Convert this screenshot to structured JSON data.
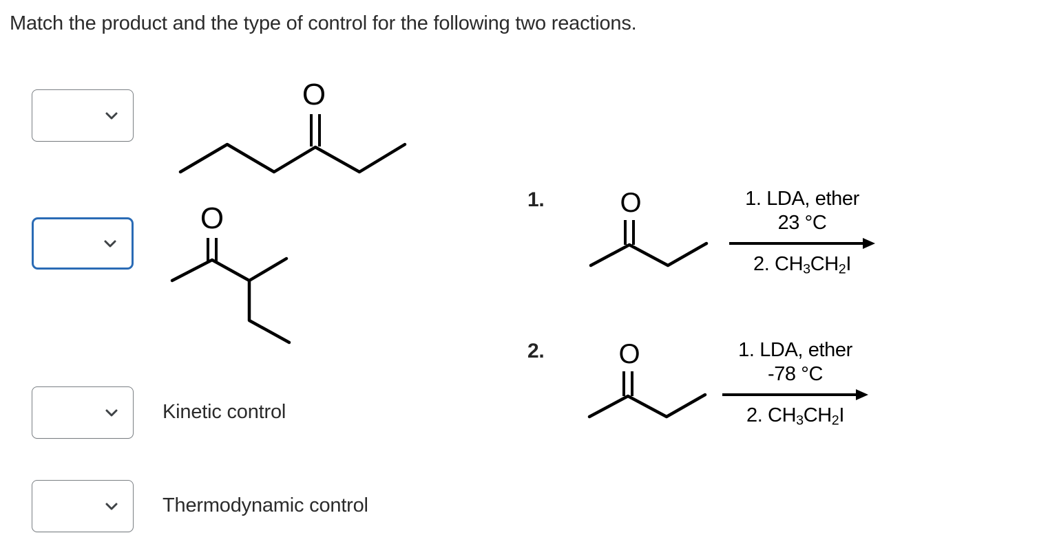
{
  "prompt": "Match the product and the type of control for the following two reactions.",
  "answer_slots": [
    {
      "id": "slot-1",
      "value": "",
      "state": "normal",
      "icon": "chevron-down-icon",
      "label": ""
    },
    {
      "id": "slot-2",
      "value": "",
      "state": "focused",
      "icon": "chevron-down-icon",
      "label": ""
    },
    {
      "id": "slot-3",
      "value": "",
      "state": "normal",
      "icon": "chevron-down-icon",
      "label": "Kinetic control"
    },
    {
      "id": "slot-4",
      "value": "",
      "state": "normal",
      "icon": "chevron-down-icon",
      "label": "Thermodynamic control"
    }
  ],
  "structures": [
    {
      "name": "3-hexanone",
      "heteroatom_label": "O",
      "description": "Six-carbon zigzag chain with a ketone carbonyl at carbon 3"
    },
    {
      "name": "3-methyl-2-pentanone",
      "heteroatom_label": "O",
      "description": "Branched ketone: methyl ketone with a methyl substituent on carbon 3 and an ethyl tail"
    }
  ],
  "reactions": [
    {
      "number": "1.",
      "substrate": "2-butanone",
      "substrate_heteroatom_label": "O",
      "condition_above_line1": "1. LDA, ether",
      "condition_above_line2": "23 °C",
      "condition_below_prefix": "2. CH",
      "condition_below_sub1": "3",
      "condition_below_mid": "CH",
      "condition_below_sub2": "2",
      "condition_below_suffix": "I",
      "arrow": "reaction-arrow-right"
    },
    {
      "number": "2.",
      "substrate": "2-butanone",
      "substrate_heteroatom_label": "O",
      "condition_above_line1": "1. LDA, ether",
      "condition_above_line2": "-78 °C",
      "condition_below_prefix": "2. CH",
      "condition_below_sub1": "3",
      "condition_below_mid": "CH",
      "condition_below_sub2": "2",
      "condition_below_suffix": "I",
      "arrow": "reaction-arrow-right"
    }
  ],
  "colors": {
    "focus_border": "#2a6bb5",
    "select_border": "#7a7f83",
    "text": "#2b2b2b",
    "structure_stroke": "#000000",
    "background": "#ffffff"
  }
}
